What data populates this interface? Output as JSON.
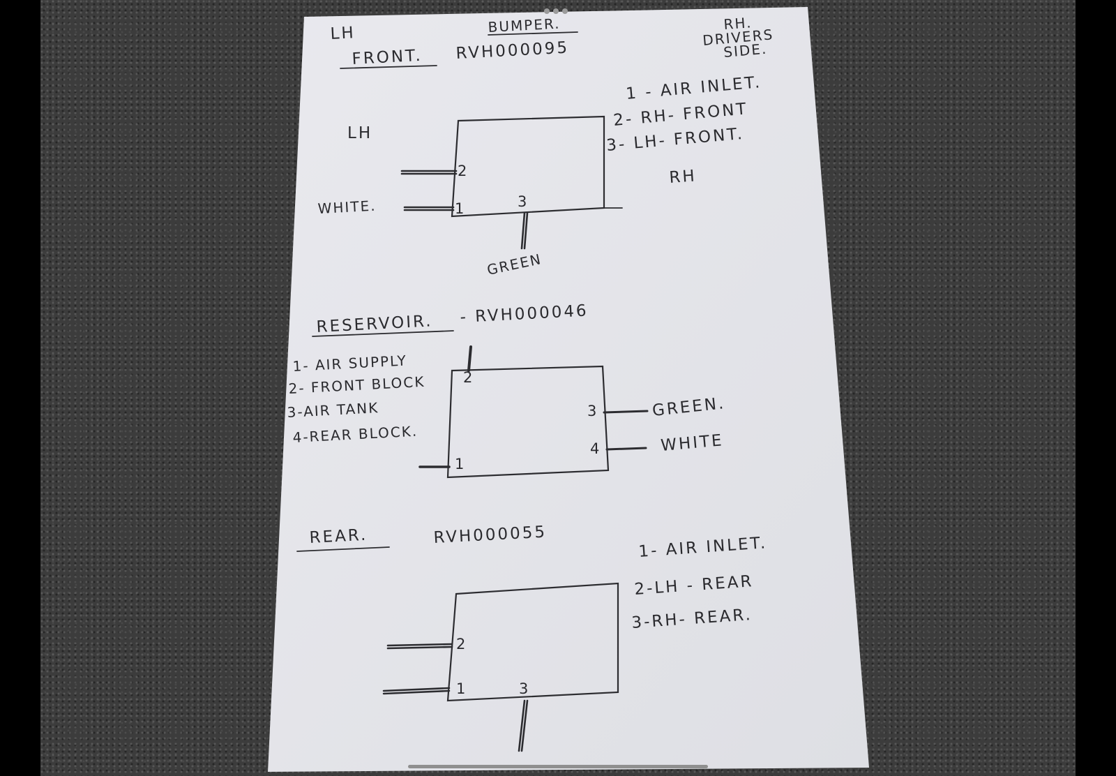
{
  "header": {
    "lh": "LH",
    "bumper": "BUMPER.",
    "rh": "RH.",
    "drivers": "DRIVERS",
    "side": "SIDE."
  },
  "front": {
    "title": "FRONT.",
    "part_no": "RVH000095",
    "lh_label": "LH",
    "rh_label": "RH",
    "legend": [
      "1 - AIR INLET.",
      "2- RH- FRONT",
      "3- LH- FRONT."
    ],
    "pins": [
      "1",
      "2",
      "3"
    ],
    "white_label": "WHITE.",
    "green_label": "GREEN"
  },
  "reservoir": {
    "title": "RESERVOIR.",
    "part_no": "- RVH000046",
    "legend": [
      "1- AIR SUPPLY",
      "2- FRONT BLOCK",
      "3-AIR TANK",
      "4-REAR BLOCK."
    ],
    "pins": [
      "1",
      "2",
      "3",
      "4"
    ],
    "green_label": "GREEN.",
    "white_label": "WHITE"
  },
  "rear": {
    "title": "REAR.",
    "part_no": "RVH000055",
    "legend": [
      "1- AIR INLET.",
      "2-LH - REAR",
      "3-RH- REAR."
    ],
    "pins": [
      "1",
      "2",
      "3"
    ]
  },
  "colors": {
    "ink": "#2c2c30",
    "paper": "#e8e8ec",
    "carpet": "#3c3c3c"
  }
}
